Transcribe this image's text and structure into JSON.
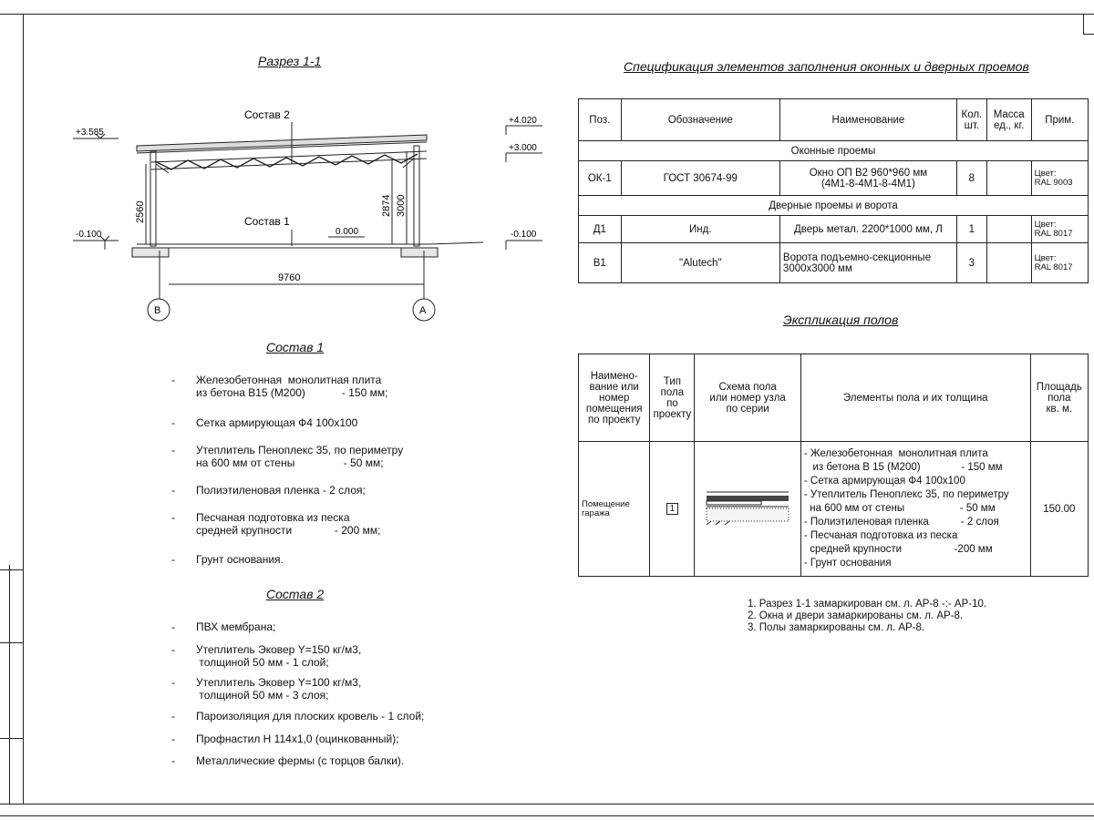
{
  "section": {
    "title": "Разрез 1-1",
    "label_top": "Состав 2",
    "label_bottom": "Состав 1",
    "marks": {
      "left_top": "+3.585",
      "right_top": "+4.020",
      "right_mid": "+3.000",
      "left_bottom": "-0.100",
      "right_bottom": "-0.100",
      "floor": "0.000"
    },
    "dims": {
      "left_height": "2560",
      "truss_height": "2874",
      "right_height": "3000",
      "span": "9760"
    },
    "axes": {
      "left": "В",
      "right": "А"
    }
  },
  "spec": {
    "title": "Спецификация элементов заполнения оконных и дверных проемов",
    "headers": [
      "Поз.",
      "Обозначение",
      "Наименование",
      "Кол.\nшт.",
      "Масса\nед., кг.",
      "Прим."
    ],
    "group_windows": "Оконные проемы",
    "group_doors": "Дверные проемы и ворота",
    "rows": [
      {
        "pos": "ОК-1",
        "code": "ГОСТ 30674-99",
        "name": "Окно ОП В2 960*960 мм\n(4М1-8-4М1-8-4М1)",
        "qty": "8",
        "mass": "",
        "note": "Цвет:\nRAL 9003"
      },
      {
        "pos": "Д1",
        "code": "Инд.",
        "name": "Дверь метал. 2200*1000 мм, Л",
        "qty": "1",
        "mass": "",
        "note": "Цвет:\nRAL 8017"
      },
      {
        "pos": "В1",
        "code": "\"Alutech\"",
        "name": "Ворота подъемно-секционные\n3000х3000 мм",
        "qty": "3",
        "mass": "",
        "note": "Цвет:\nRAL 8017"
      }
    ]
  },
  "floors": {
    "title": "Экспликация полов",
    "headers": [
      "Наимено-\nвание или\nномер\nпомещения\nпо проекту",
      "Тип\nпола\nпо\nпроекту",
      "Схема пола\nили номер узла\nпо серии",
      "Элементы пола и их толщина",
      "Площадь\nпола\nкв. м."
    ],
    "room": "Помещение\nгаража",
    "type": "1",
    "elements": "- Железобетонная  монолитная плита\n   из бетона В 15 (М200)              - 150 мм\n- Сетка армирующая Ф4 100х100\n- Утеплитель Пеноплекс 35, по периметру\n  на 600 мм от стены                   - 50 мм\n- Полиэтиленовая пленка           - 2 слоя\n- Песчаная подготовка из песка\n  средней крупности                  -200 мм\n- Грунт основания",
    "area": "150.00"
  },
  "notes": "1. Разрез 1-1 замаркирован см. л. АР-8 -:- АР-10.\n2. Окна и двери замаркированы см. л. АР-8.\n3. Полы замаркированы см. л. АР-8.",
  "sostav1": {
    "title": "Состав 1",
    "items": [
      "Железобетонная  монолитная плита\nиз бетона В15 (М200)            - 150 мм;",
      "Сетка армирующая Ф4 100х100",
      "Утеплитель Пеноплекс 35, по периметру\nна 600 мм от стены                - 50 мм;",
      "Полиэтиленовая пленка - 2 слоя;",
      "Песчаная подготовка из песка\nсредней крупности              - 200 мм;",
      "Грунт основания."
    ]
  },
  "sostav2": {
    "title": "Состав 2",
    "items": [
      "ПВХ мембрана;",
      "Утеплитель Эковер Y=150 кг/м3,\n толщиной 50 мм - 1 слой;",
      "Утеплитель Эковер Y=100 кг/м3,\n толщиной 50 мм - 3 слоя;",
      "Пароизоляция для плоских кровель - 1 слой;",
      "Профнастил Н 114х1,0 (оцинкованный);",
      "Металлические фермы (с торцов балки)."
    ]
  },
  "dash": "-"
}
